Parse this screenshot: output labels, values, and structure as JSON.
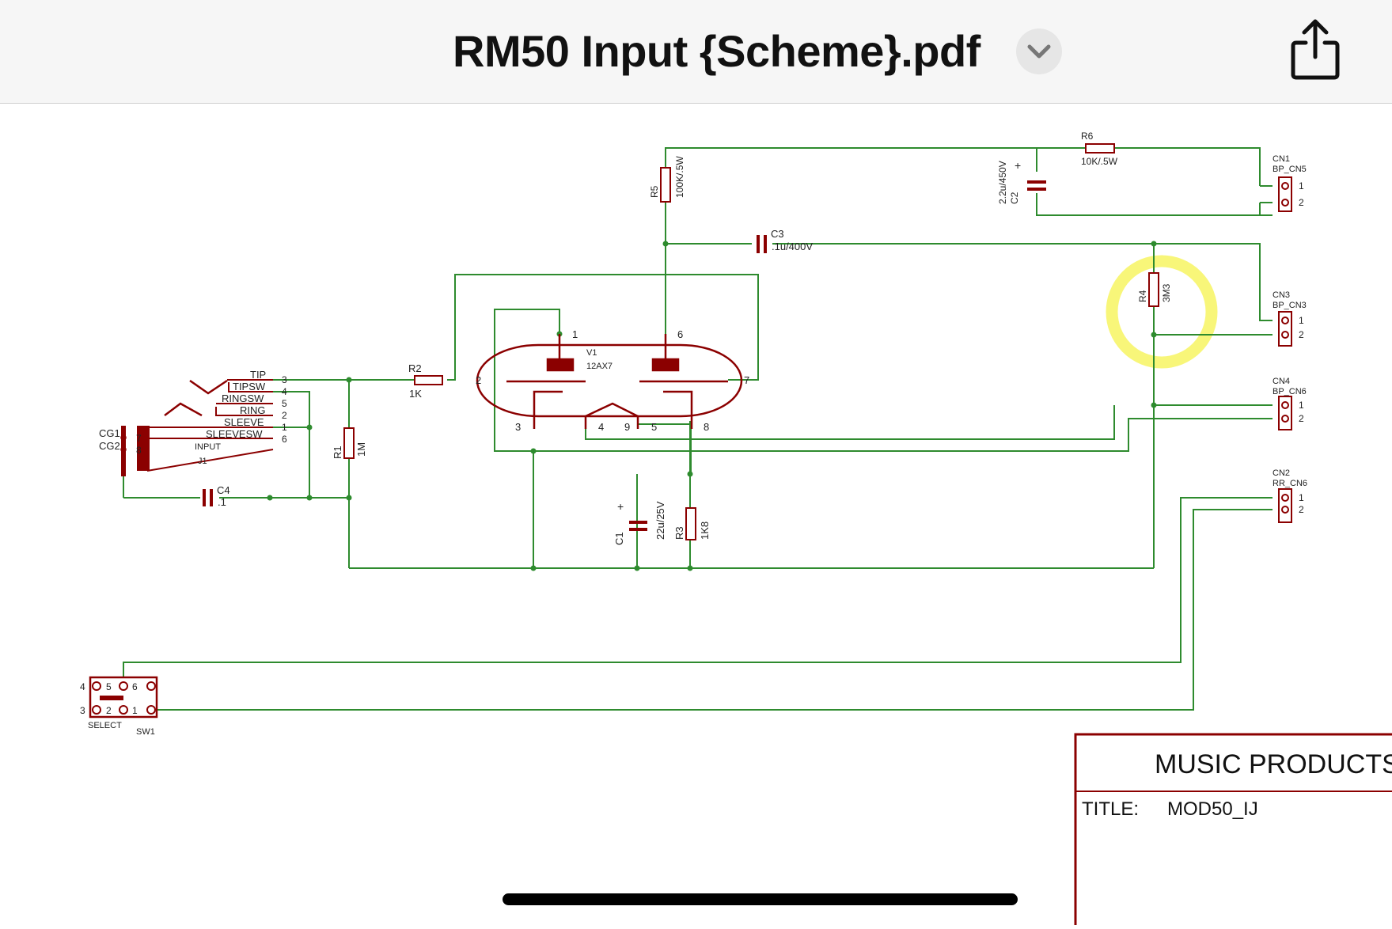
{
  "header": {
    "document_title": "RM50 Input {Scheme}.pdf",
    "chevron_icon": "chevron-down-icon",
    "share_icon": "share-icon"
  },
  "colors": {
    "wire": "#2e8b2e",
    "component": "#8b0000",
    "highlight": "#f7f56a",
    "topbar": "#f6f6f6"
  },
  "schematic": {
    "tube": {
      "ref": "V1",
      "value": "12AX7",
      "pins": [
        "1",
        "6",
        "2",
        "7",
        "3",
        "4",
        "9",
        "5",
        "8"
      ]
    },
    "resistors": {
      "r1": {
        "ref": "R1",
        "value": "1M"
      },
      "r2": {
        "ref": "R2",
        "value": "1K"
      },
      "r3": {
        "ref": "R3",
        "value": "1K8"
      },
      "r4": {
        "ref": "R4",
        "value": "3M3"
      },
      "r5": {
        "ref": "R5",
        "value": "100K/.5W"
      },
      "r6": {
        "ref": "R6",
        "value": "10K/.5W"
      }
    },
    "capacitors": {
      "c1": {
        "ref": "C1",
        "value": "22u/25V",
        "polarity": "+"
      },
      "c2": {
        "ref": "C2",
        "value": "2.2u/450V",
        "polarity": "+"
      },
      "c3": {
        "ref": "C3",
        "value": ".1u/400V"
      },
      "c4": {
        "ref": "C4",
        "value": ".1"
      }
    },
    "jack": {
      "ref": "J1",
      "name": "INPUT",
      "pins": [
        {
          "label": "TIP",
          "num": "3"
        },
        {
          "label": "TIPSW",
          "num": "4"
        },
        {
          "label": "RINGSW",
          "num": "5"
        },
        {
          "label": "RING",
          "num": "2"
        },
        {
          "label": "SLEEVE",
          "num": "1"
        },
        {
          "label": "SLEEVESW",
          "num": "6"
        }
      ],
      "ground_labels": [
        "CG1",
        "CG2"
      ],
      "ground_pins": [
        "7",
        "8"
      ]
    },
    "connectors": [
      {
        "ref": "CN1",
        "type": "BP_CN5",
        "pins": [
          "1",
          "2"
        ]
      },
      {
        "ref": "CN3",
        "type": "BP_CN3",
        "pins": [
          "1",
          "2"
        ]
      },
      {
        "ref": "CN4",
        "type": "BP_CN6",
        "pins": [
          "1",
          "2"
        ]
      },
      {
        "ref": "CN2",
        "type": "RR_CN6",
        "pins": [
          "1",
          "2"
        ]
      }
    ],
    "switch": {
      "ref": "SW1",
      "name": "SELECT",
      "pins_top": [
        "4",
        "5",
        "6"
      ],
      "pins_bottom": [
        "3",
        "2",
        "1"
      ]
    },
    "title_block": {
      "company": "MUSIC PRODUCTS",
      "title_label": "TITLE:",
      "title_value": "MOD50_IJ"
    }
  }
}
